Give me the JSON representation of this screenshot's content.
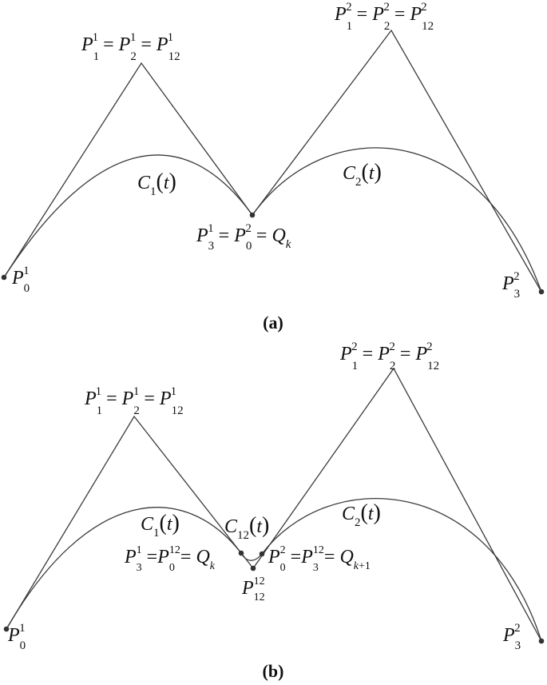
{
  "panels": [
    {
      "caption": "(a)",
      "labels": {
        "p0_1": {
          "base": "P",
          "sub": "0",
          "sup": "1"
        },
        "p3_2": {
          "base": "P",
          "sub": "3",
          "sup": "2"
        },
        "c1": {
          "base": "C",
          "sub": "1",
          "arg": "(t)"
        },
        "c2": {
          "base": "C",
          "sub": "2",
          "arg": "(t)"
        },
        "peak1": {
          "text": "P₁¹ = P₂¹ = P₁₂¹"
        },
        "peak2": {
          "text": "P₁² = P₂² = P₁₂²"
        },
        "join": {
          "text": "P₃¹ = P₀² = Q_k"
        }
      }
    },
    {
      "caption": "(b)",
      "labels": {
        "p0_1": {
          "base": "P",
          "sub": "0",
          "sup": "1"
        },
        "p3_2": {
          "base": "P",
          "sub": "3",
          "sup": "2"
        },
        "c1": {
          "base": "C",
          "sub": "1",
          "arg": "(t)"
        },
        "c12": {
          "base": "C",
          "sub": "12",
          "arg": "(t)"
        },
        "c2": {
          "base": "C",
          "sub": "2",
          "arg": "(t)"
        },
        "peak1": {
          "text": "P₁¹ = P₂¹ = P₁₂¹"
        },
        "peak2": {
          "text": "P₁² = P₂² = P₁₂²"
        },
        "join_left": {
          "text": "P₃¹ = P₀¹² = Q_k"
        },
        "join_right": {
          "text": "P₀² = P₃¹² = Q_k+1"
        },
        "p12": {
          "base": "P",
          "sub": "12",
          "sup": "12"
        }
      }
    }
  ]
}
